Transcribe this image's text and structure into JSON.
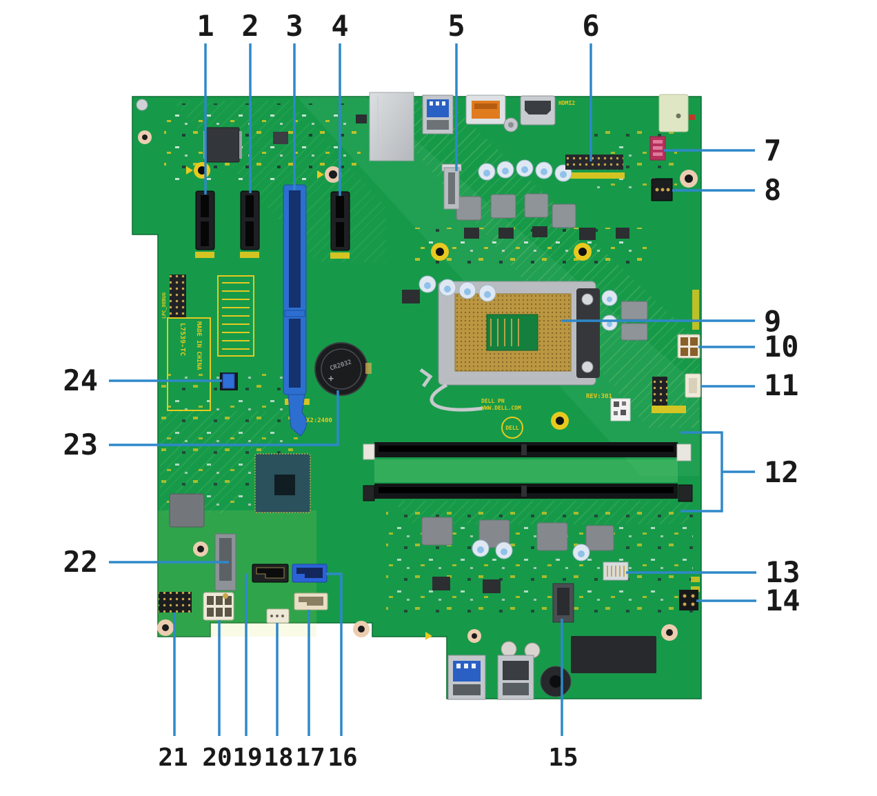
{
  "figure": {
    "type": "motherboard-callout-diagram"
  },
  "callouts": {
    "labels": [
      "1",
      "2",
      "3",
      "4",
      "5",
      "6",
      "7",
      "8",
      "9",
      "10",
      "11",
      "12",
      "13",
      "14",
      "15",
      "16",
      "17",
      "18",
      "19",
      "20",
      "21",
      "22",
      "23",
      "24"
    ]
  },
  "silkscreen": {
    "board_model": "L7539-TC",
    "made_in": "MADE IN CHINA",
    "battery_type": "CR2032",
    "battery_plus": "+",
    "dimm_label": "X2:2400",
    "revision": "REV:301",
    "dell_pn": "DELL PN",
    "dell_url": "WWW.DELL.COM",
    "hdmi_label": "HDMI2",
    "debug_header": "LPC_DEBUG",
    "brand": "DELL"
  },
  "colors": {
    "background": "#ffffff",
    "pcb_green": "#169a4a",
    "leader_line": "#2f88c9",
    "callout_text": "#191919",
    "pcie_x16_blue": "#2d6fd0",
    "sata_blue": "#2b62d9",
    "silkscreen_yellow": "#e8c91f"
  }
}
